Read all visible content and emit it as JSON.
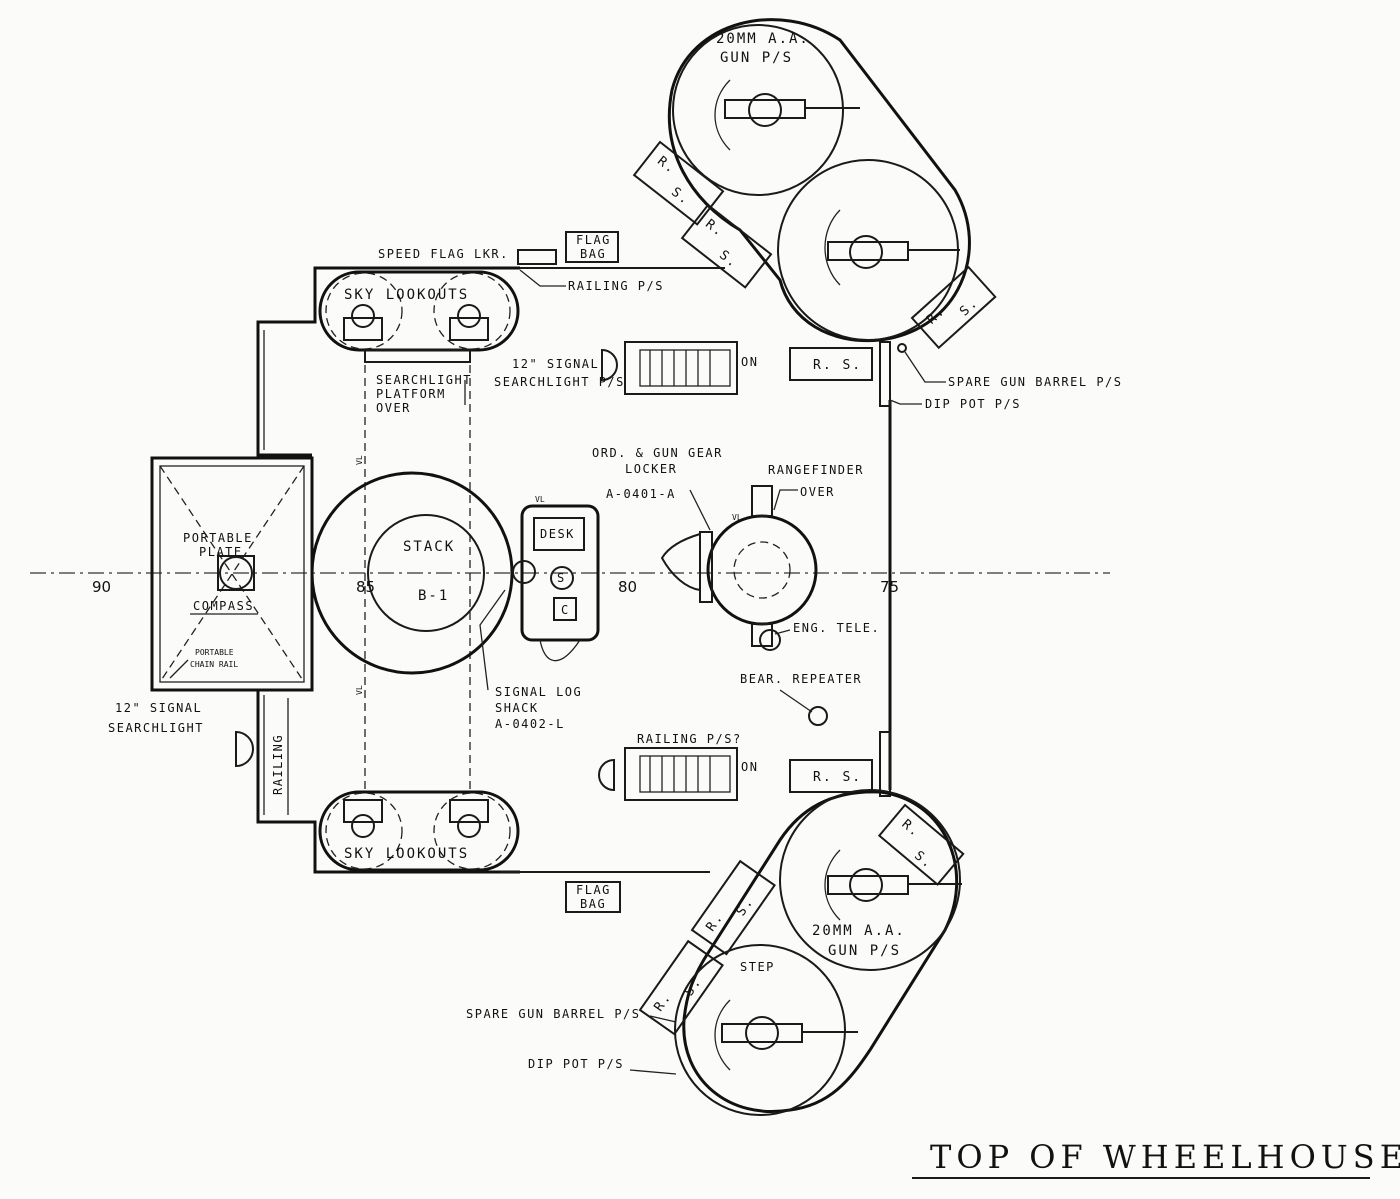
{
  "diagram": {
    "title": "TOP OF WHEELHOUSE",
    "frame_numbers": [
      "90",
      "85",
      "80",
      "75"
    ],
    "labels": {
      "aa_gun_top": [
        "20MM A.A.",
        "GUN P/S"
      ],
      "aa_gun_bottom": [
        "20MM A.A.",
        "GUN P/S"
      ],
      "speed_flag_locker": "SPEED FLAG LKR.",
      "flag_bag_top": [
        "FLAG",
        "BAG"
      ],
      "flag_bag_bottom": [
        "FLAG",
        "BAG"
      ],
      "railing_top": "RAILING P/S",
      "railing_bottom": "RAILING P/S?",
      "railing_left": "RAILING",
      "sky_lookouts_top": "SKY LOOKOUTS",
      "sky_lookouts_bottom": "SKY LOOKOUTS",
      "signal_searchlight_top": [
        "12\" SIGNAL",
        "SEARCHLIGHT P/S"
      ],
      "signal_searchlight_left": [
        "12\" SIGNAL",
        "SEARCHLIGHT"
      ],
      "searchlight_platform": [
        "SEARCHLIGHT",
        "PLATFORM",
        "OVER"
      ],
      "on_top": "ON",
      "on_bottom": "ON",
      "rs": "R. S.",
      "r": "R.",
      "s": "S.",
      "spare_gun_barrel_top": "SPARE GUN BARREL P/S",
      "dip_pot_top": "DIP POT P/S",
      "spare_gun_barrel_bottom": "SPARE GUN BARREL P/S",
      "dip_pot_bottom": "DIP POT P/S",
      "ord_gun_gear": [
        "ORD. & GUN GEAR",
        "LOCKER",
        "A-0401-A"
      ],
      "rangefinder": [
        "RANGEFINDER",
        "OVER"
      ],
      "portable_plate": [
        "PORTABLE",
        "PLATE"
      ],
      "compass": "COMPASS",
      "portable_chain_rail": [
        "PORTABLE",
        "CHAIN RAIL"
      ],
      "stack": [
        "STACK",
        "B-1"
      ],
      "desk": "DESK",
      "s_box": "S",
      "c_box": "C",
      "signal_log_shack": [
        "SIGNAL LOG",
        "SHACK",
        "A-0402-L"
      ],
      "eng_tele": "ENG. TELE.",
      "bear_repeater": "BEAR. REPEATER",
      "step": "STEP",
      "vl": "VL"
    }
  }
}
